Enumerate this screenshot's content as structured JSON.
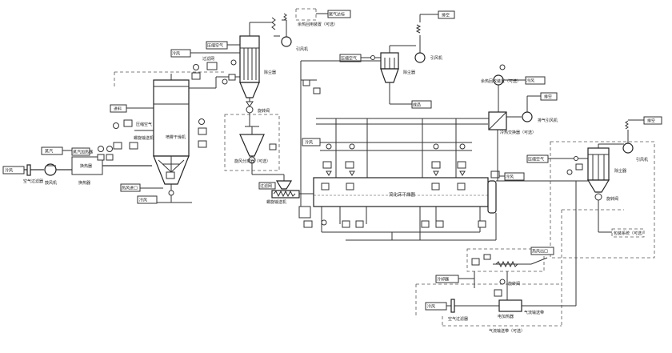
{
  "labels": {
    "dust_separator_top": "除尘器",
    "dust_separator_mid": "除尘器",
    "dust_separator_right": "除尘器",
    "induced_fan_top": "引风机",
    "induced_fan_mid": "引风机",
    "induced_fan_right": "引风机",
    "exhaust_waste_top": "尾气达标",
    "exhaust_a": "排空",
    "exhaust_b": "排空",
    "exhaust_c": "排空",
    "waste_heat_device": "余热回用装置（可选）",
    "compressed_air_1": "压缩空气",
    "compressed_air_2": "压缩空气",
    "compressed_air_3": "压缩空气",
    "compressed_air_4": "压缩空气",
    "material_in": "进料",
    "steam_in": "蒸汽",
    "cold_air_1": "冷风",
    "cold_air_2": "冷风",
    "cold_air_3": "冷风",
    "air_filter": "空气过滤器",
    "blower": "鼓风机",
    "heat_exchanger": "换热器",
    "steam_heater": "蒸汽加热器",
    "spray_dryer": "喷雾干燥机",
    "rotary_valve_a": "旋转阀",
    "rotary_valve_b": "旋转阀",
    "rotary_valve_c": "旋转阀",
    "cyclone_feed": "旋风分离器（可选）",
    "screw_feeder": "螺旋输送机",
    "vibrating_screen": "过滤网",
    "fluid_bed": "流化床干燥器",
    "heat_recovery": "余热回收装置（可选）",
    "exhaust_fan_r": "排气引风机",
    "cold_heat_ex": "冷热交换器（可选）",
    "hot_air_out": "热风出口",
    "cooler": "冷却器",
    "electric_heater": "电加热器",
    "pneumatic_conveyor": "气流输送带（可选）",
    "pneumatic_label": "气流输送带",
    "product_packing": "包装系统（可选）",
    "product_out": "成品",
    "rotary_valve_r": "旋转阀",
    "hot_air_in": "热风进口"
  }
}
